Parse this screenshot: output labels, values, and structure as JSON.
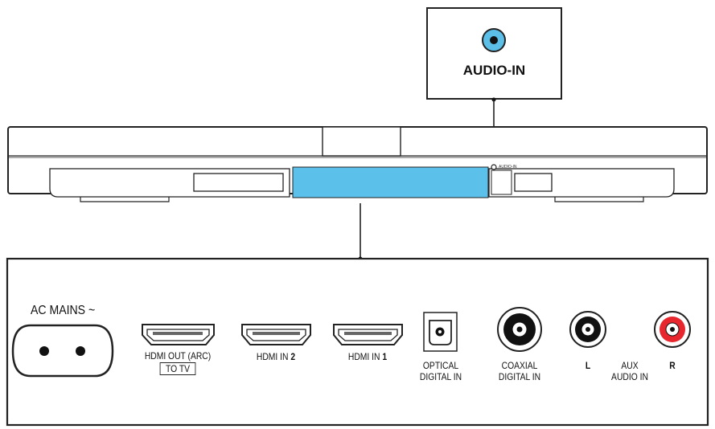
{
  "callout": {
    "title": "AUDIO-IN",
    "jack_color": "#5bbfe8"
  },
  "device": {
    "audio_in_micro_label": "AUDIO-IN",
    "highlight_color": "#5bc0ea"
  },
  "panel": {
    "ac_mains": "AC MAINS ~",
    "hdmi_out_line1": "HDMI OUT (ARC)",
    "hdmi_out_line2": "TO TV",
    "hdmi_in2_prefix": "HDMI IN ",
    "hdmi_in2_num": "2",
    "hdmi_in1_prefix": "HDMI IN ",
    "hdmi_in1_num": "1",
    "optical_line1": "OPTICAL",
    "optical_line2": "DIGITAL IN",
    "coaxial_line1": "COAXIAL",
    "coaxial_line2": "DIGITAL IN",
    "aux_l": "L",
    "aux_r": "R",
    "aux_line1": "AUX",
    "aux_line2": "AUDIO IN",
    "aux_r_color": "#e8262e"
  }
}
